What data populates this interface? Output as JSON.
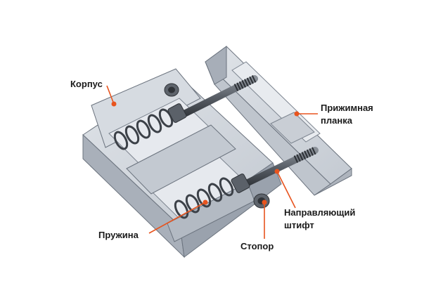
{
  "diagram": {
    "labels": {
      "housing": "Корпус",
      "clamp_bar_line1": "Прижимная",
      "clamp_bar_line2": "планка",
      "guide_pin_line1": "Направляющий",
      "guide_pin_line2": "штифт",
      "spring": "Пружина",
      "stopper": "Стопор"
    },
    "colors": {
      "leader": "#e8541e",
      "marker": "#e8541e",
      "body_top": "#d3d8df",
      "body_side": "#b6bcc5",
      "body_dark": "#9aa2ad",
      "edge": "#6b737e",
      "slot": "#e6e9ee",
      "pin": "#4f555d",
      "spring": "#3c4148"
    }
  }
}
